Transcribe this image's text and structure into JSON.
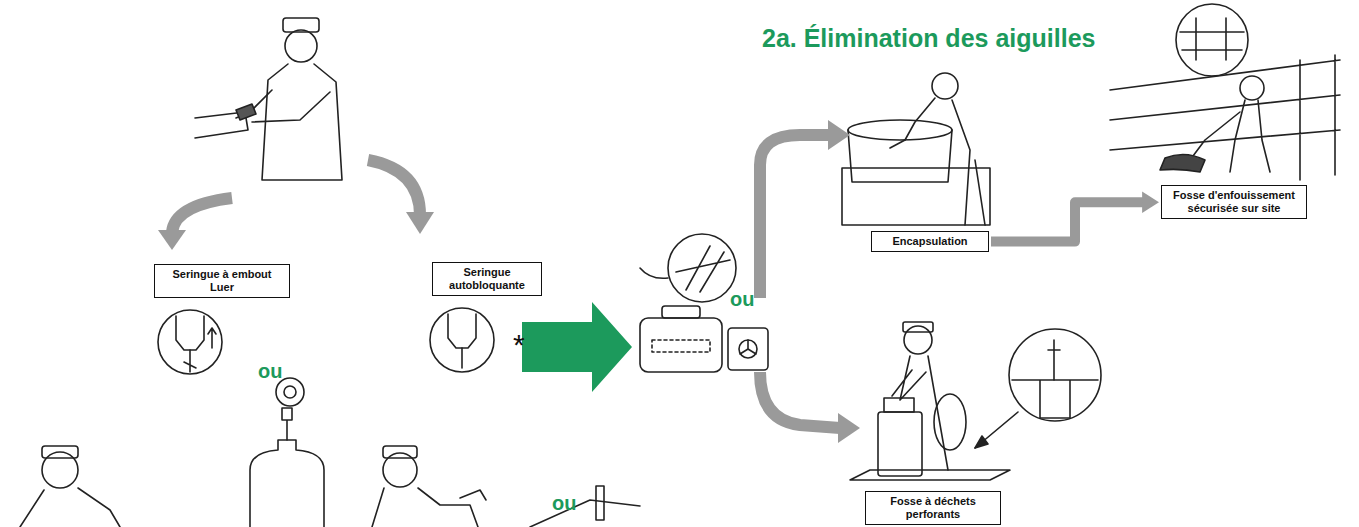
{
  "diagram": {
    "title": "2a. Élimination des aiguilles",
    "nodes": [
      {
        "text": [
          "Seringue à embout Luer"
        ]
      },
      {
        "text": [
          "Seringue autobloquante"
        ]
      },
      {
        "text": [
          "Encapsulation"
        ]
      },
      {
        "text": [
          "Fosse d'enfouissement sécurisée sur site"
        ]
      },
      {
        "text": [
          "Fosse à déchets perforants"
        ]
      }
    ],
    "edges": [
      {
        "from": 2,
        "to": 3,
        "arrow": "to"
      }
    ],
    "labels": [
      "ou",
      "ou",
      "ou",
      "*"
    ]
  }
}
